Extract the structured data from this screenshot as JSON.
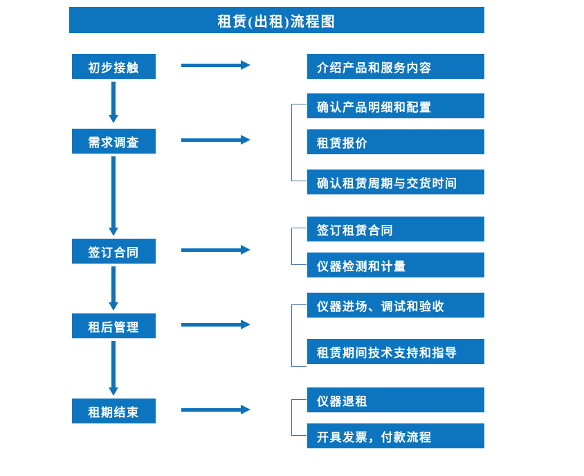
{
  "diagram": {
    "title": "租赁(出租)流程图",
    "colors": {
      "box_fill": "#0d75bf",
      "box_text": "#ffffff",
      "arrow": "#1071b8",
      "bracket": "#3f6fa8",
      "background": "#ffffff"
    },
    "stages": [
      {
        "id": "stage-initial-contact",
        "label": "初步接触"
      },
      {
        "id": "stage-needs-survey",
        "label": "需求调查"
      },
      {
        "id": "stage-sign-contract",
        "label": "签订合同"
      },
      {
        "id": "stage-post-rent-manage",
        "label": "租后管理"
      },
      {
        "id": "stage-rental-end",
        "label": "租期结束"
      }
    ],
    "details": [
      {
        "id": "detail-introduce-products",
        "label": "介绍产品和服务内容"
      },
      {
        "id": "detail-confirm-spec",
        "label": "确认产品明细和配置"
      },
      {
        "id": "detail-rental-quote",
        "label": "租赁报价"
      },
      {
        "id": "detail-confirm-period",
        "label": "确认租赁周期与交货时间"
      },
      {
        "id": "detail-sign-rental",
        "label": "签订租赁合同"
      },
      {
        "id": "detail-instrument-test",
        "label": "仪器检测和计量"
      },
      {
        "id": "detail-instrument-entry",
        "label": "仪器进场、调试和验收"
      },
      {
        "id": "detail-tech-support",
        "label": "租赁期间技术支持和指导"
      },
      {
        "id": "detail-instrument-return",
        "label": "仪器退租"
      },
      {
        "id": "detail-invoice-payment",
        "label": "开具发票，付款流程"
      }
    ],
    "connectors": {
      "flow_arrows_vertical": 4,
      "branch_arrows_horizontal": 5,
      "group_brackets": 4
    }
  }
}
